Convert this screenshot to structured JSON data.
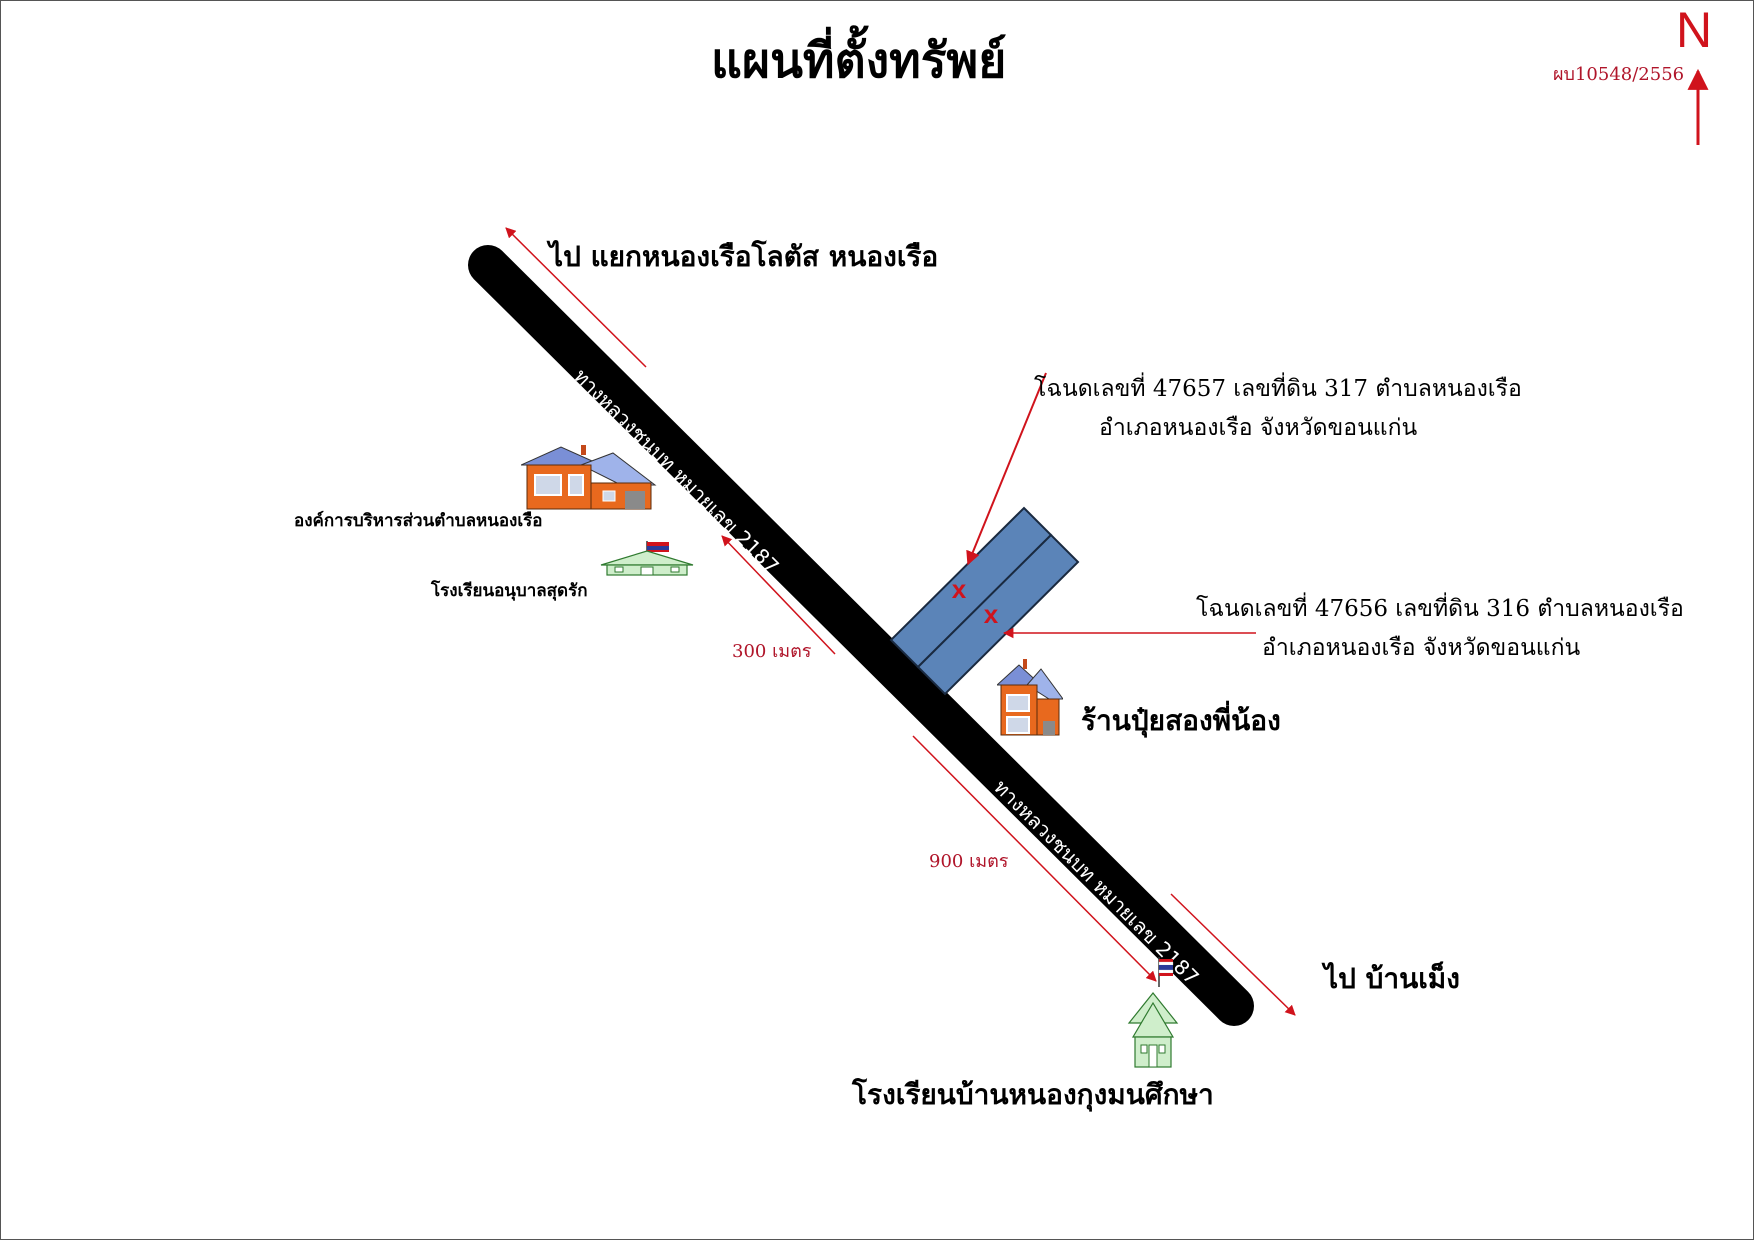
{
  "title": "แผนที่ตั้งทรัพย์",
  "reference_code": "ผบ10548/2556",
  "north_label": "N",
  "destinations": {
    "top": "ไป แยกหนองเรือโลตัส หนองเรือ",
    "bottom": "ไป บ้านเม็ง"
  },
  "road": {
    "name_upper": "ทางหลวงชนบท หมายเลข 2187",
    "name_lower": "ทางหลวงชนบท หมายเลข 2187"
  },
  "parcels": [
    {
      "line1": "โฉนดเลขที่  47657 เลขที่ดิน 317 ตำบลหนองเรือ",
      "line2": "อำเภอหนองเรือ จังหวัดขอนแก่น"
    },
    {
      "line1": "โฉนดเลขที่  47656 เลขที่ดิน 316 ตำบลหนองเรือ",
      "line2": "อำเภอหนองเรือ จังหวัดขอนแก่น"
    }
  ],
  "landmarks": {
    "sao": "องค์การบริหารส่วนตำบลหนองเรือ",
    "kindergarten": "โรงเรียนอนุบาลสุดรัก",
    "fertilizer_shop": "ร้านปุ๋ยสองพี่น้อง",
    "school": "โรงเรียนบ้านหนองกุงมนศึกษา"
  },
  "distances": {
    "upper": "300 เมตร",
    "lower": "900 เมตร"
  },
  "parcel_marker": "x",
  "colors": {
    "road": "#000000",
    "parcel_fill": "#5b84b8",
    "arrow": "#d0131c",
    "building_orange": "#e8691e",
    "school_fill": "#cfeecb"
  }
}
